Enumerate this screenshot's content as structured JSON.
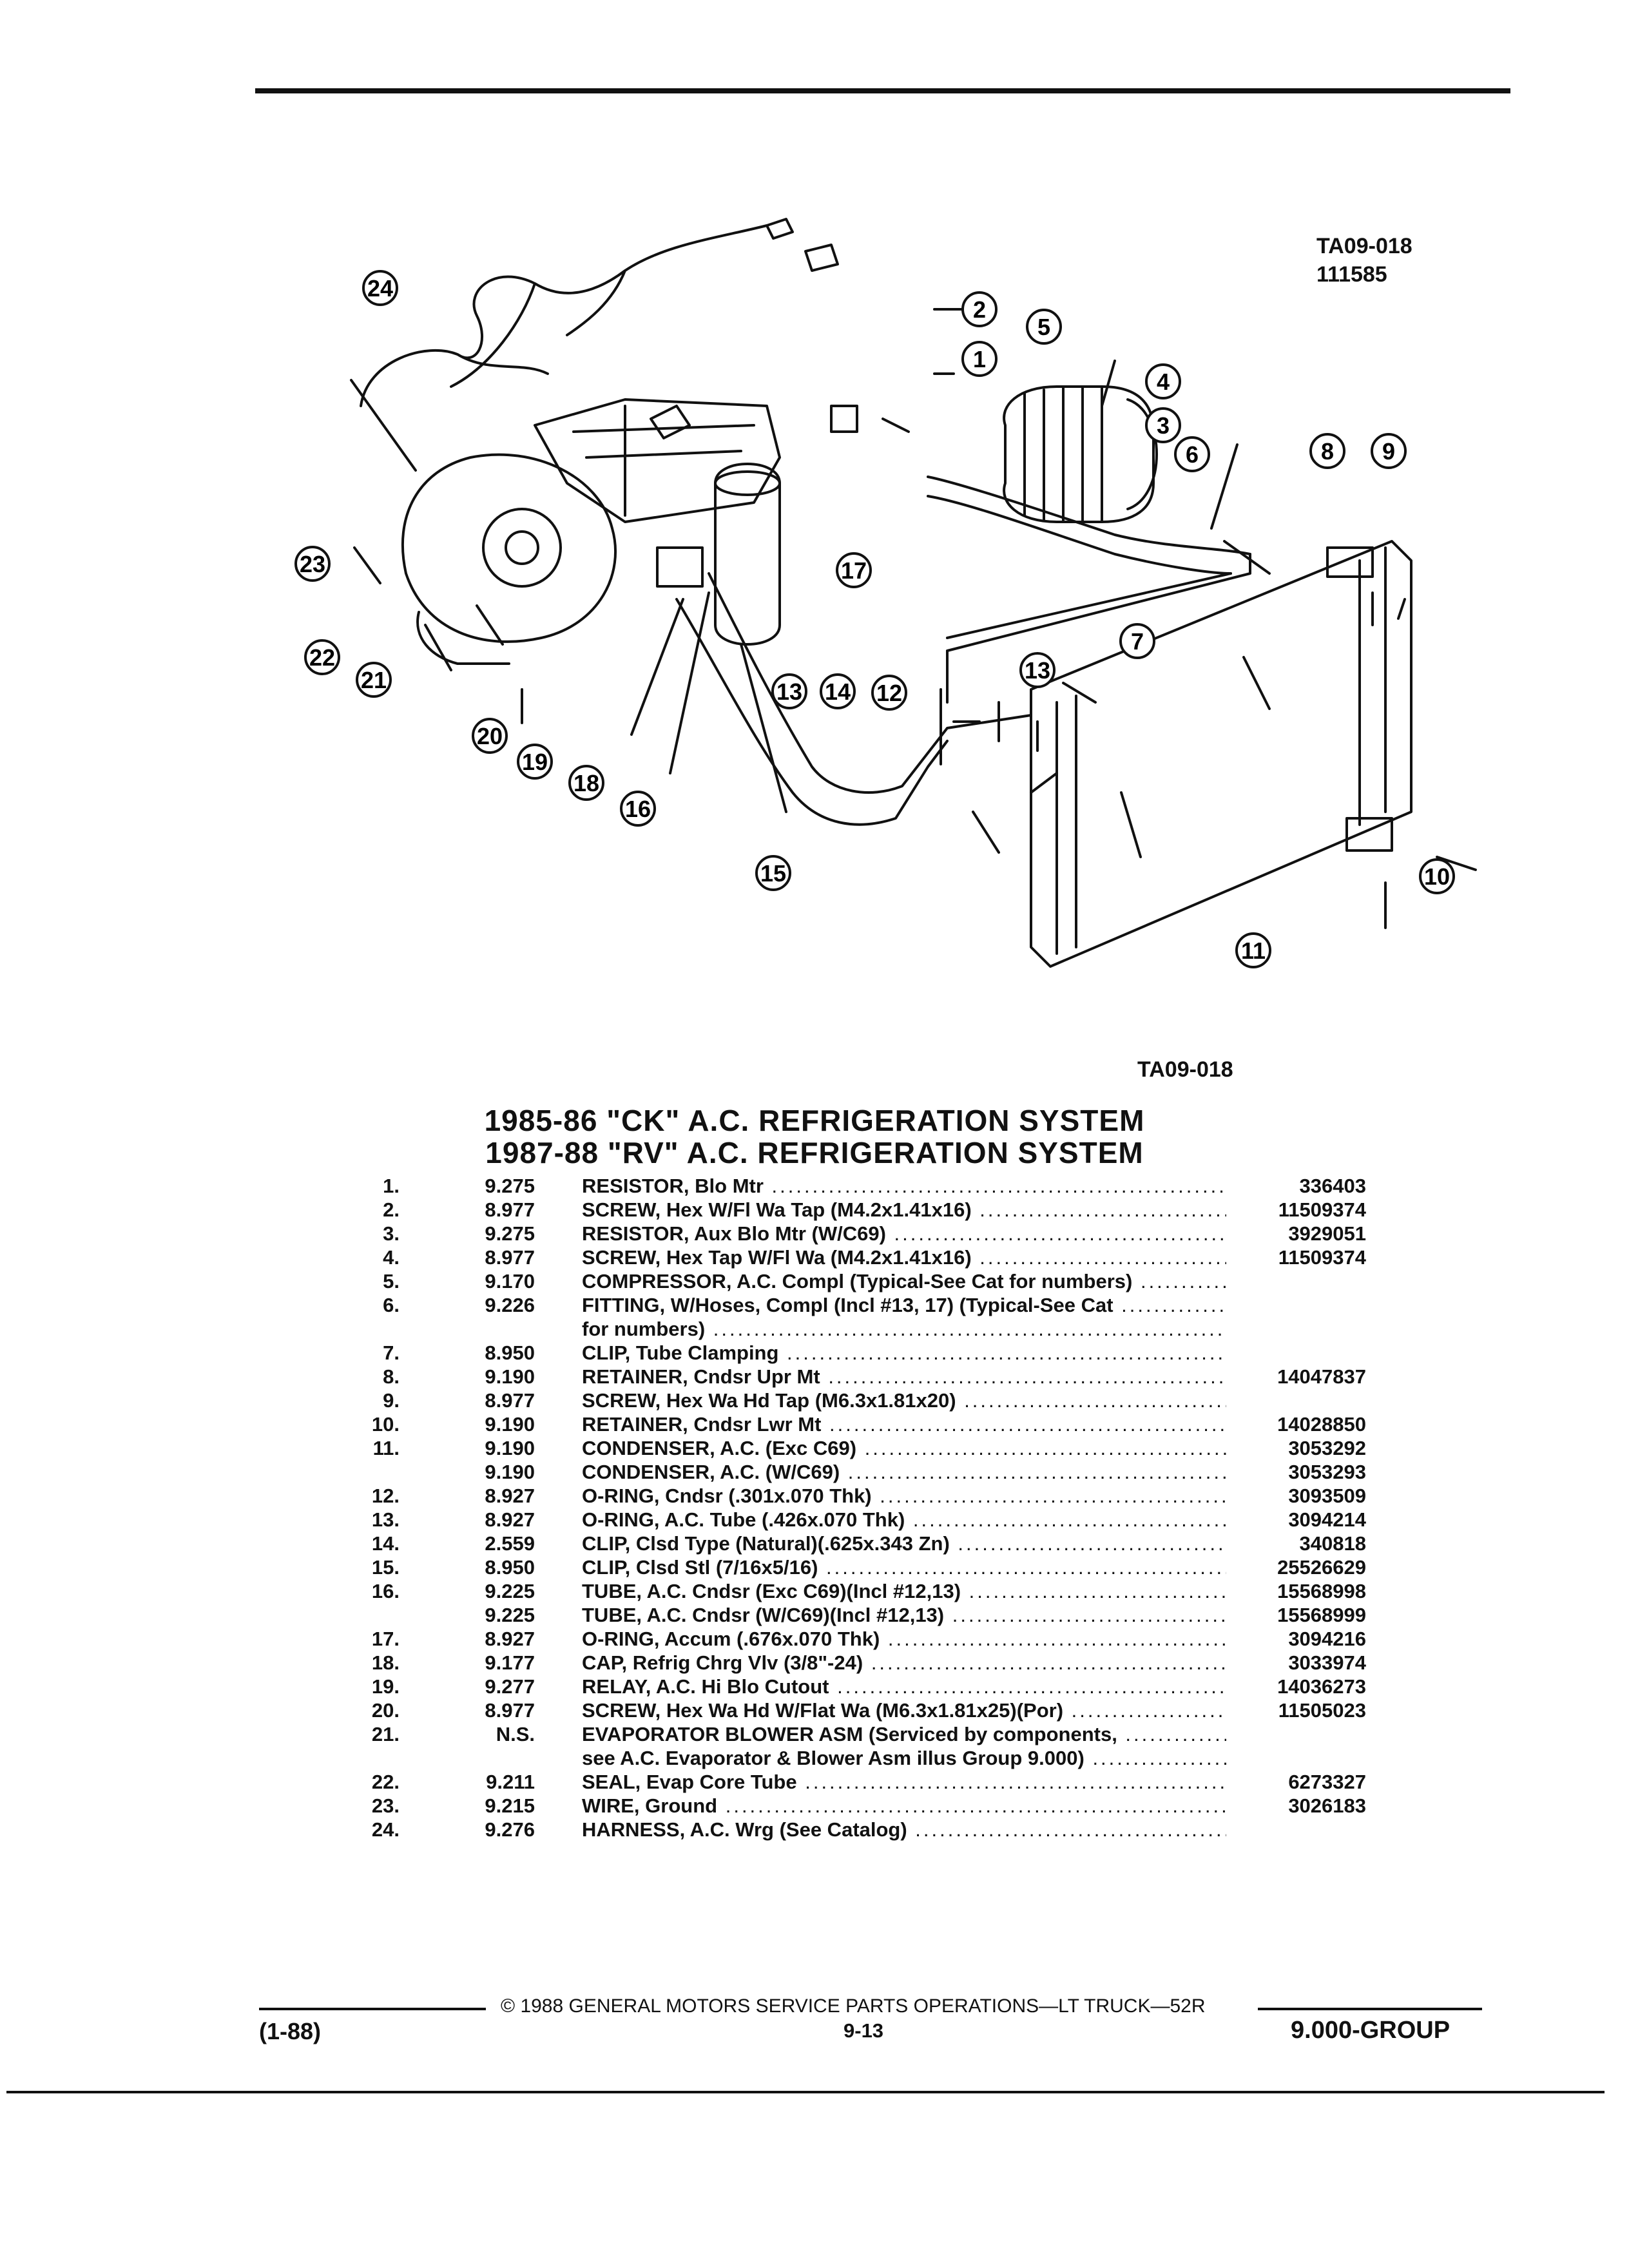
{
  "header": {
    "ref_code_1": "TA09-018",
    "ref_code_2": "111585"
  },
  "diagram": {
    "caption": "TA09-018",
    "callouts": [
      "1",
      "2",
      "3",
      "4",
      "5",
      "6",
      "7",
      "8",
      "9",
      "10",
      "11",
      "12",
      "13",
      "13",
      "14",
      "15",
      "16",
      "17",
      "18",
      "19",
      "20",
      "21",
      "22",
      "23",
      "24"
    ]
  },
  "titles": {
    "line1": "1985-86 \"CK\" A.C. REFRIGERATION SYSTEM",
    "line2": "1987-88 \"RV\" A.C. REFRIGERATION SYSTEM"
  },
  "parts": [
    {
      "num": "1.",
      "grp": "9.275",
      "name": "RESISTOR,",
      "desc": " Blo Mtr",
      "pn": "336403"
    },
    {
      "num": "2.",
      "grp": "8.977",
      "name": "SCREW,",
      "desc": " Hex W/Fl Wa Tap (M4.2x1.41x16)",
      "pn": "11509374"
    },
    {
      "num": "3.",
      "grp": "9.275",
      "name": "RESISTOR,",
      "desc": " Aux Blo Mtr (W/C69)",
      "pn": "3929051"
    },
    {
      "num": "4.",
      "grp": "8.977",
      "name": "SCREW,",
      "desc": " Hex Tap W/Fl Wa (M4.2x1.41x16)",
      "pn": "11509374"
    },
    {
      "num": "5.",
      "grp": "9.170",
      "name": "COMPRESSOR,",
      "desc": " A.C. Compl (Typical-See Cat for numbers)",
      "pn": ""
    },
    {
      "num": "6.",
      "grp": "9.226",
      "name": "FITTING,",
      "desc": " W/Hoses, Compl (Incl #13, 17) (Typical-See Cat",
      "pn": ""
    },
    {
      "num": "",
      "grp": "",
      "name": "",
      "desc": "for numbers)",
      "pn": ""
    },
    {
      "num": "7.",
      "grp": "8.950",
      "name": "CLIP,",
      "desc": " Tube Clamping",
      "pn": ""
    },
    {
      "num": "8.",
      "grp": "9.190",
      "name": "RETAINER,",
      "desc": " Cndsr Upr Mt",
      "pn": "14047837"
    },
    {
      "num": "9.",
      "grp": "8.977",
      "name": "SCREW,",
      "desc": " Hex Wa Hd Tap (M6.3x1.81x20)",
      "pn": ""
    },
    {
      "num": "10.",
      "grp": "9.190",
      "name": "RETAINER,",
      "desc": " Cndsr Lwr Mt",
      "pn": "14028850"
    },
    {
      "num": "11.",
      "grp": "9.190",
      "name": "CONDENSER,",
      "desc": " A.C. (Exc C69)",
      "pn": "3053292"
    },
    {
      "num": "",
      "grp": "9.190",
      "name": "CONDENSER,",
      "desc": " A.C. (W/C69)",
      "pn": "3053293"
    },
    {
      "num": "12.",
      "grp": "8.927",
      "name": "O-RING,",
      "desc": " Cndsr (.301x.070 Thk)",
      "pn": "3093509"
    },
    {
      "num": "13.",
      "grp": "8.927",
      "name": "O-RING,",
      "desc": " A.C. Tube (.426x.070 Thk)",
      "pn": "3094214"
    },
    {
      "num": "14.",
      "grp": "2.559",
      "name": "CLIP,",
      "desc": " Clsd Type (Natural)(.625x.343 Zn)",
      "pn": "340818"
    },
    {
      "num": "15.",
      "grp": "8.950",
      "name": "CLIP,",
      "desc": " Clsd Stl (7/16x5/16)",
      "pn": "25526629"
    },
    {
      "num": "16.",
      "grp": "9.225",
      "name": "TUBE,",
      "desc": " A.C. Cndsr (Exc C69)(Incl #12,13)",
      "pn": "15568998"
    },
    {
      "num": "",
      "grp": "9.225",
      "name": "TUBE,",
      "desc": " A.C. Cndsr (W/C69)(Incl #12,13)",
      "pn": "15568999"
    },
    {
      "num": "17.",
      "grp": "8.927",
      "name": "O-RING,",
      "desc": " Accum (.676x.070 Thk)",
      "pn": "3094216"
    },
    {
      "num": "18.",
      "grp": "9.177",
      "name": "CAP,",
      "desc": " Refrig Chrg Vlv (3/8\"-24)",
      "pn": "3033974"
    },
    {
      "num": "19.",
      "grp": "9.277",
      "name": "RELAY,",
      "desc": " A.C. Hi Blo Cutout",
      "pn": "14036273"
    },
    {
      "num": "20.",
      "grp": "8.977",
      "name": "SCREW,",
      "desc": " Hex Wa Hd W/Flat Wa (M6.3x1.81x25)(Por)",
      "pn": "11505023"
    },
    {
      "num": "21.",
      "grp": "N.S.",
      "name": "EVAPORATOR BLOWER ASM",
      "desc": " (Serviced by components,",
      "pn": ""
    },
    {
      "num": "",
      "grp": "",
      "name": "",
      "desc": "see A.C. Evaporator & Blower Asm illus Group 9.000)",
      "pn": ""
    },
    {
      "num": "22.",
      "grp": "9.211",
      "name": "SEAL,",
      "desc": " Evap Core Tube",
      "pn": "6273327"
    },
    {
      "num": "23.",
      "grp": "9.215",
      "name": "WIRE,",
      "desc": " Ground",
      "pn": "3026183"
    },
    {
      "num": "24.",
      "grp": "9.276",
      "name": "HARNESS,",
      "desc": " A.C. Wrg (See Catalog)",
      "pn": ""
    }
  ],
  "footer": {
    "date": "(1-88)",
    "copyright": "© 1988 GENERAL MOTORS SERVICE PARTS OPERATIONS—LT TRUCK—52R",
    "page": "9-13",
    "group": "9.000-GROUP"
  }
}
